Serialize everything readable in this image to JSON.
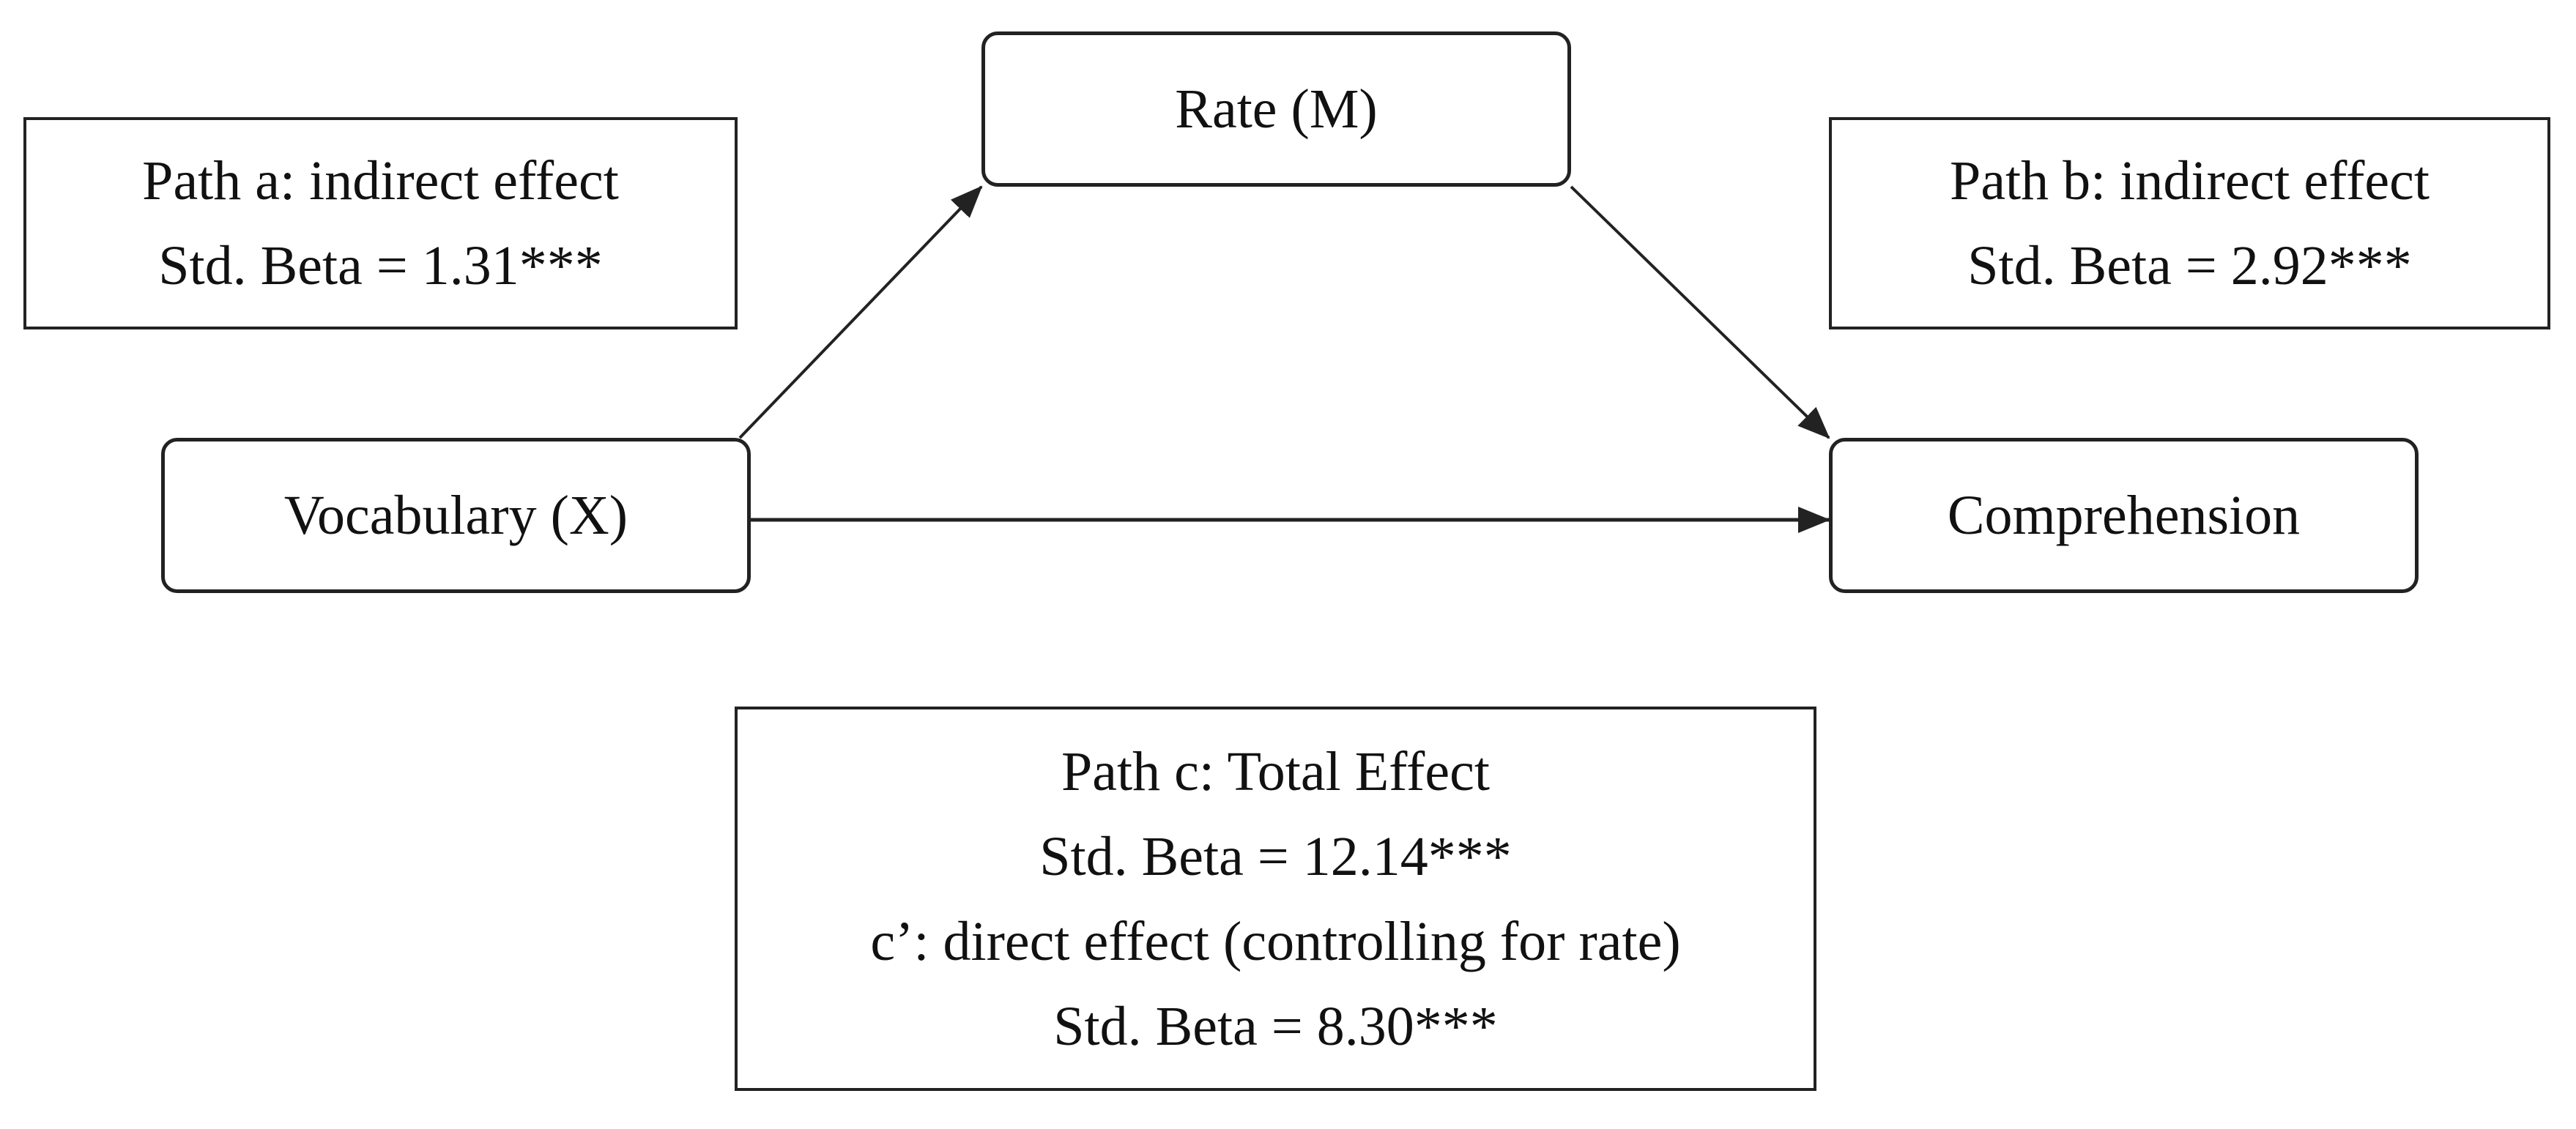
{
  "nodes": {
    "rate": "Rate (M)",
    "vocabulary": "Vocabulary (X)",
    "comprehension": "Comprehension"
  },
  "path_a": {
    "line1": "Path a: indirect effect",
    "line2": "Std. Beta = 1.31***"
  },
  "path_b": {
    "line1": "Path b: indirect effect",
    "line2": "Std. Beta = 2.92***"
  },
  "path_c": {
    "line1": "Path c: Total Effect",
    "line2": "Std. Beta = 12.14***",
    "line3": "c’: direct effect (controlling for rate)",
    "line4": "Std. Beta = 8.30***"
  },
  "colors": {
    "stroke": "#222222",
    "background": "#ffffff"
  }
}
